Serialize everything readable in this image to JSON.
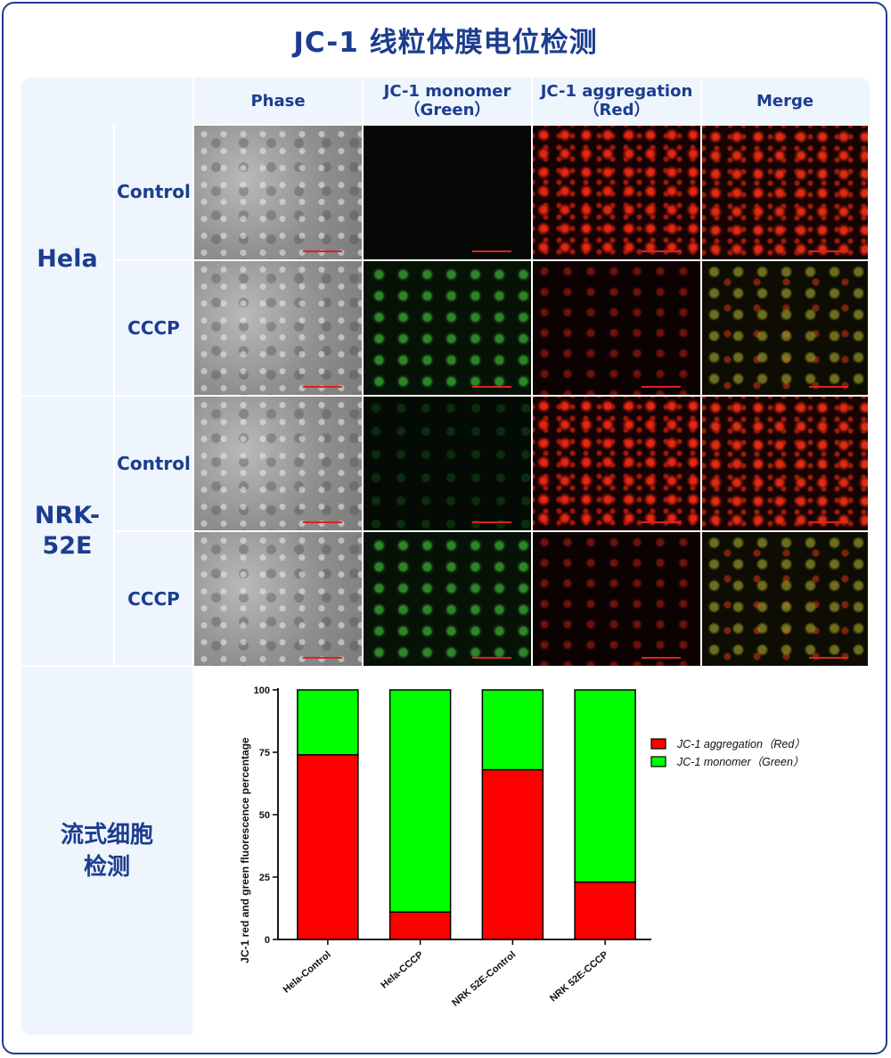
{
  "page": {
    "title": "JC-1 线粒体膜电位检测"
  },
  "columns": [
    {
      "line1": "Phase",
      "line2": ""
    },
    {
      "line1": "JC-1 monomer",
      "line2": "（Green）"
    },
    {
      "line1": "JC-1 aggregation",
      "line2": "（Red）"
    },
    {
      "line1": "Merge",
      "line2": ""
    }
  ],
  "groups": [
    {
      "name": "Hela",
      "conditions": [
        "Control",
        "CCCP"
      ]
    },
    {
      "name_line1": "NRK-",
      "name_line2": "52E",
      "conditions": [
        "Control",
        "CCCP"
      ]
    }
  ],
  "flow_section": {
    "label_line1": "流式细胞",
    "label_line2": "检测"
  },
  "colors": {
    "accent": "#1c3d8f",
    "panel": "#eef5fd",
    "red": "#ff0000",
    "green": "#00ff00"
  },
  "chart_data": {
    "type": "bar",
    "stacked": true,
    "categories": [
      "Hela-Control",
      "Hela-CCCP",
      "NRK 52E-Control",
      "NRK 52E-CCCP"
    ],
    "series": [
      {
        "name": "JC-1 aggregation（Red）",
        "color": "#ff0000",
        "values": [
          74,
          11,
          68,
          23
        ]
      },
      {
        "name": "JC-1 monomer（Green）",
        "color": "#00ff00",
        "values": [
          26,
          89,
          32,
          77
        ]
      }
    ],
    "ylabel": "JC-1 red and green fluorescence percentage",
    "xlabel": "",
    "ylim": [
      0,
      100
    ],
    "yticks": [
      0,
      25,
      50,
      75,
      100
    ],
    "legend": "right"
  }
}
